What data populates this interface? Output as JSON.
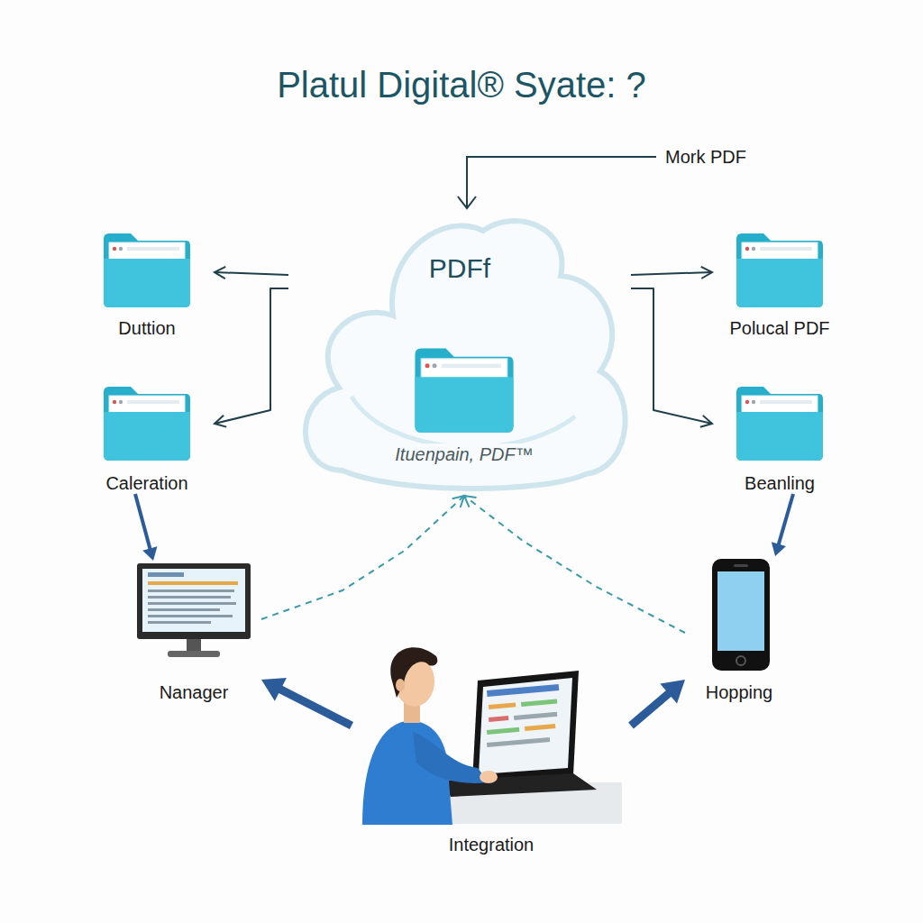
{
  "diagram": {
    "title": "Platul Digital® Syate: ?",
    "nodes": [
      {
        "text": [
          "PDFf",
          "Ituenpain, PDF™"
        ]
      },
      {
        "text": [
          "Duttion"
        ]
      },
      {
        "text": [
          "Polucal PDF"
        ]
      },
      {
        "text": [
          "Caleration"
        ]
      },
      {
        "text": [
          "Beanling"
        ]
      },
      {
        "text": [
          "Nanager"
        ]
      },
      {
        "text": [
          "Hopping"
        ]
      },
      {
        "text": [
          "Integration"
        ]
      }
    ],
    "edges": [
      {
        "from": 0,
        "to": 1,
        "arrow": "to"
      },
      {
        "from": 0,
        "to": 3,
        "arrow": "to"
      },
      {
        "from": 0,
        "to": 2,
        "arrow": "to"
      },
      {
        "from": 0,
        "to": 4,
        "arrow": "to"
      },
      {
        "from": 3,
        "to": 5,
        "arrow": "to"
      },
      {
        "from": 4,
        "to": 6,
        "arrow": "to"
      },
      {
        "from": 7,
        "to": 5,
        "arrow": "to"
      },
      {
        "from": 7,
        "to": 6,
        "arrow": "to"
      },
      {
        "from": 5,
        "to": 0,
        "arrow": "to"
      },
      {
        "from": 6,
        "to": 0,
        "arrow": "to"
      }
    ],
    "labels": [
      "Mork PDF"
    ]
  }
}
